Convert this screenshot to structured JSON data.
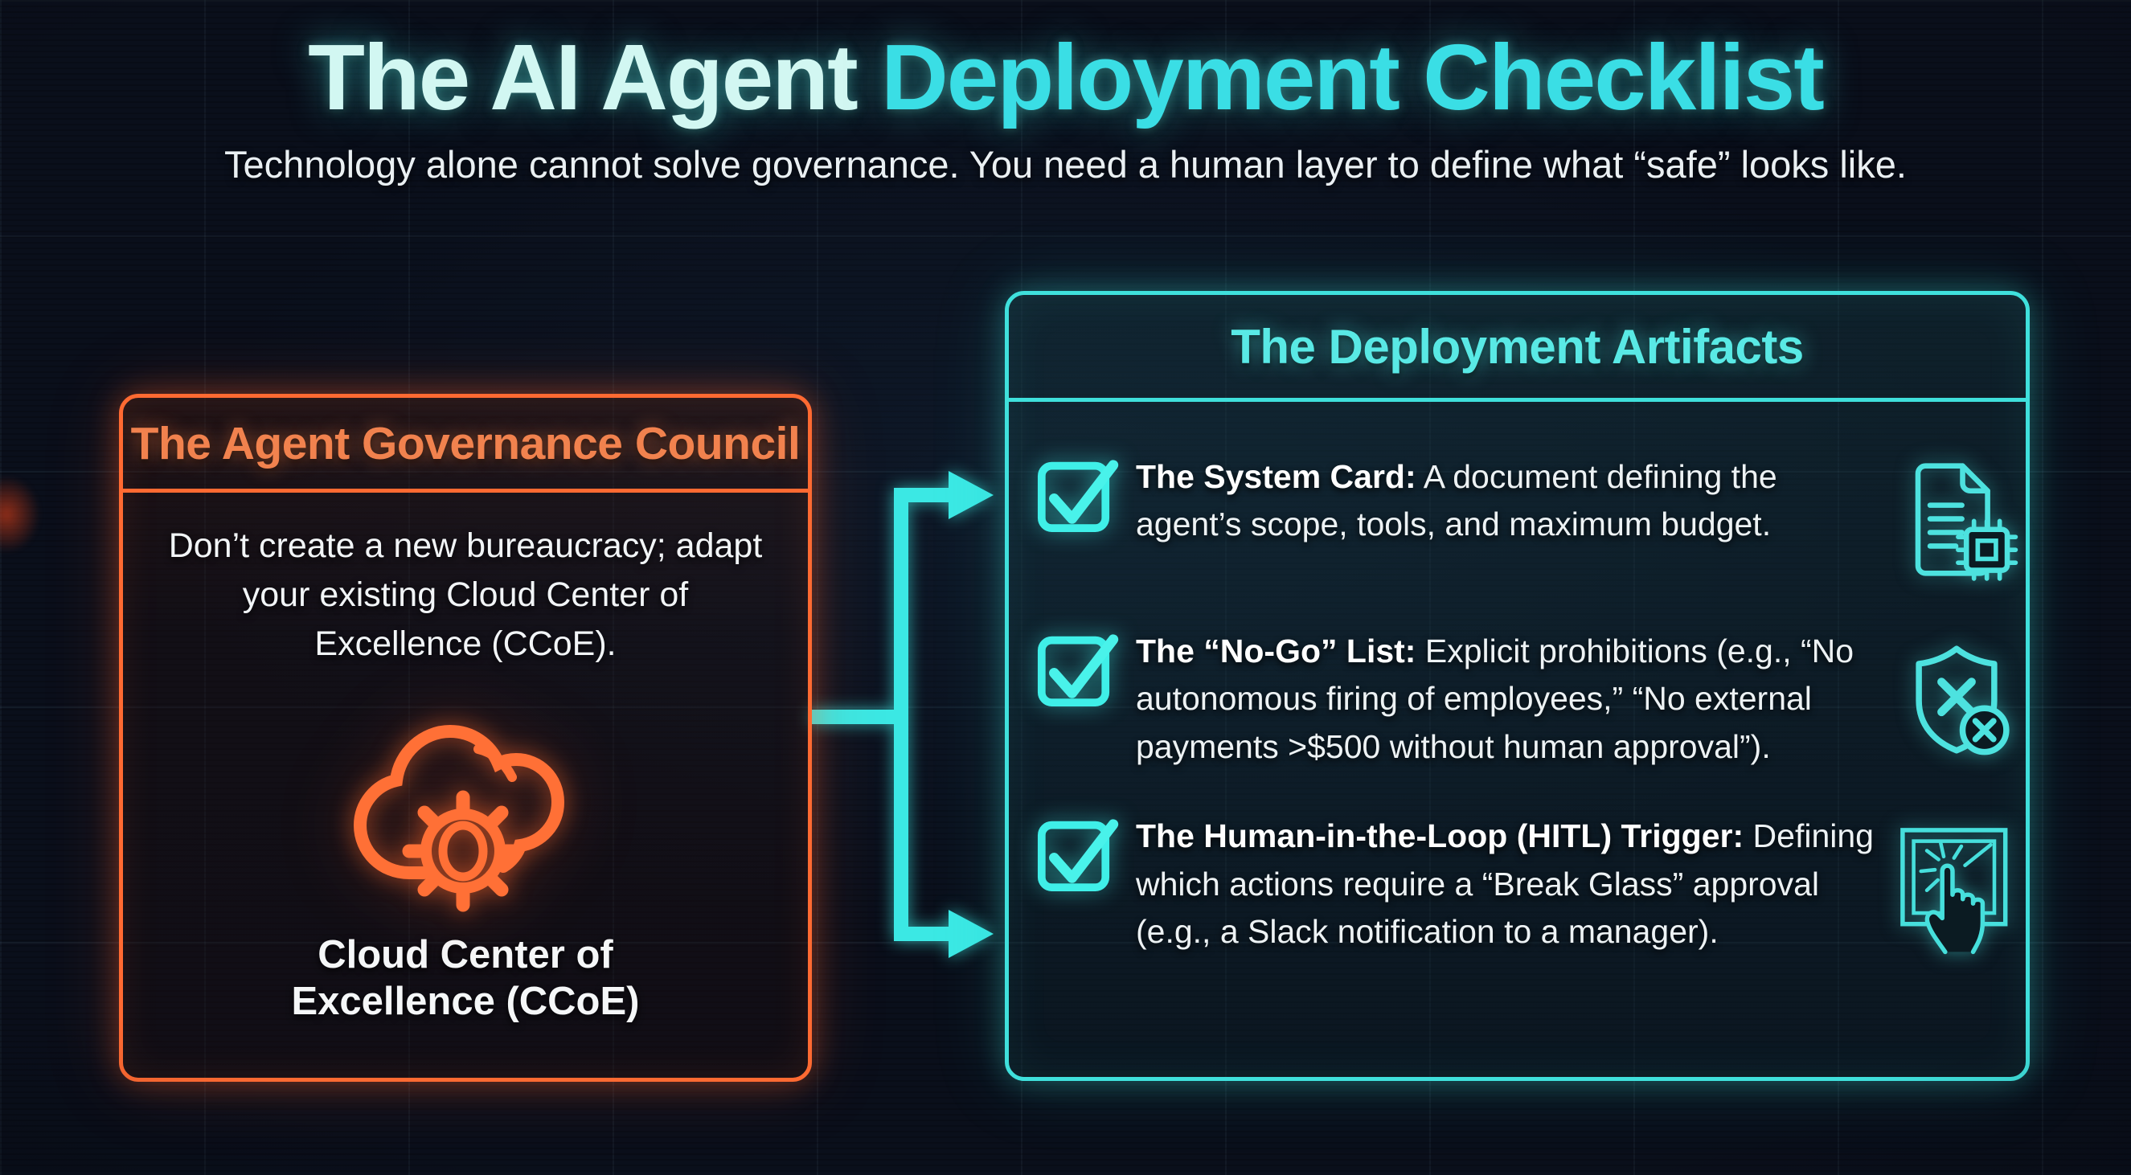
{
  "header": {
    "title_light": "The AI Agent",
    "title_cyan": "Deployment Checklist",
    "subtitle": "Technology alone cannot solve governance. You need a human layer to define what “safe” looks like."
  },
  "left_panel": {
    "title": "The Agent Governance Council",
    "body": "Don’t create a new bureaucracy; adapt your existing Cloud Center of Excellence (CCoE).",
    "icon": "cloud-gear-icon",
    "caption_line1": "Cloud Center of",
    "caption_line2": "Excellence (CCoE)"
  },
  "right_panel": {
    "title": "The Deployment Artifacts",
    "items": [
      {
        "checkbox": "checked",
        "label": "The System Card:",
        "description": "A document defining the agent’s scope, tools, and maximum budget.",
        "icon": "document-chip-icon"
      },
      {
        "checkbox": "checked",
        "label": "The “No-Go” List:",
        "description": "Explicit prohibitions (e.g., “No autonomous firing of employees,” “No external payments >$500 without human approval”).",
        "icon": "shield-x-icon"
      },
      {
        "checkbox": "checked",
        "label": "The Human-in-the-Loop (HITL) Trigger:",
        "description": "Defining which actions require a “Break Glass” approval (e.g., a Slack notification to a manager).",
        "icon": "break-glass-icon"
      }
    ]
  },
  "colors": {
    "accent_cyan": "#3FE0DC",
    "accent_orange": "#FF6A32",
    "title_light": "#D2F7F2",
    "title_cyan": "#3ADEE5",
    "text": "#F1F4F6",
    "background": "#0A0F1B"
  }
}
